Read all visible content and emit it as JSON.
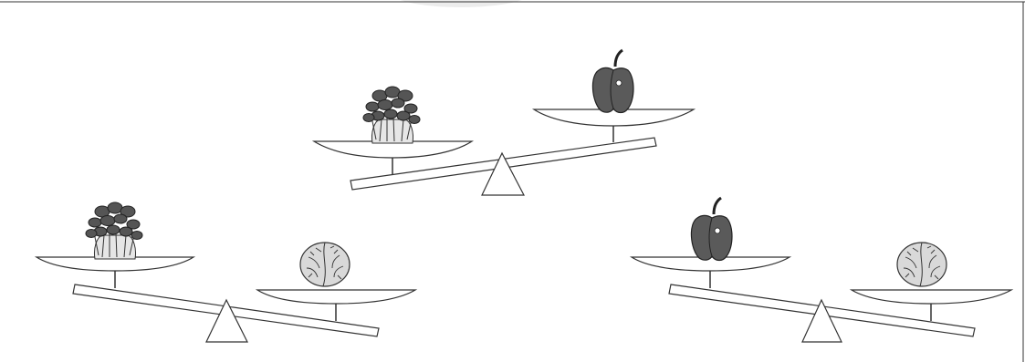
{
  "colors": {
    "line": "#333333",
    "mushroom_cap": "#555555",
    "mushroom_stem": "#e6e6e6",
    "pepper": "#5a5a5a",
    "cabbage": "#d9d9d9",
    "background": "#ffffff"
  },
  "scales": [
    {
      "name": "top-scale",
      "left_item": "mushroom-cluster",
      "right_item": "bell-pepper",
      "heavier_side": "left"
    },
    {
      "name": "bottom-left-scale",
      "left_item": "mushroom-cluster",
      "right_item": "cabbage",
      "heavier_side": "right"
    },
    {
      "name": "bottom-right-scale",
      "left_item": "bell-pepper",
      "right_item": "cabbage",
      "heavier_side": "right"
    }
  ]
}
